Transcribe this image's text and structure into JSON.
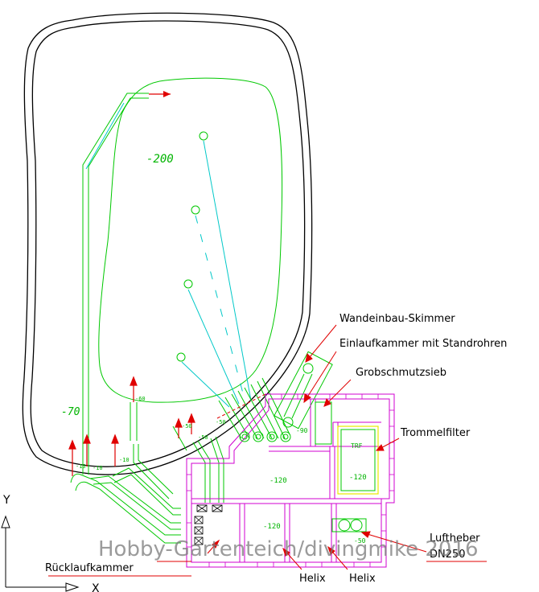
{
  "labels": {
    "skimmer": "Wandeinbau-Skimmer",
    "inlet_chamber": "Einlaufkammer mit Standrohren",
    "coarse_sieve": "Grobschmutzsieb",
    "drum_filter": "Trommelfilter",
    "airlift": "Luftheber",
    "airlift_size": "DN250",
    "return_chamber": "Rücklaufkammer",
    "helix_1": "Helix",
    "helix_2": "Helix"
  },
  "depths": {
    "pond_deep": "-200",
    "pond_shallow": "-70",
    "main_chamber": "-120",
    "helix_chamber": "-120",
    "drum": "-120",
    "drum_tag": "TRF",
    "inlet": "-90",
    "airlift": "-50"
  },
  "small_depths": [
    "-10",
    "-10",
    "-10",
    "-60",
    "-50",
    "-50",
    "-50"
  ],
  "axes": {
    "y": "Y",
    "x": "X"
  },
  "watermark": "Hobby-Gartenteich/divingmike 2016",
  "colors": {
    "pond_outline": "#000000",
    "green_pipe": "#00c800",
    "cyan_line": "#00c8c8",
    "magenta_wall": "#d000d0",
    "red_arrow": "#e00000",
    "yellow_box": "#e8e800"
  }
}
